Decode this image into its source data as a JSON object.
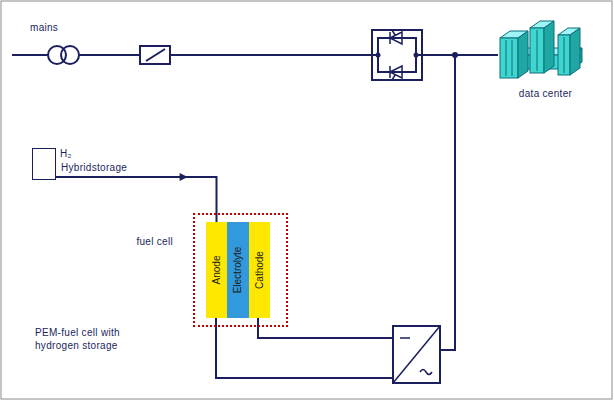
{
  "diagram": {
    "nodes": [
      {
        "text": [
          "data center"
        ]
      },
      {
        "text": [
          "H₂",
          "Hybridstorage"
        ]
      },
      {
        "text": [
          "fuel cell"
        ]
      },
      {
        "text": [
          "Anode"
        ],
        "in": 2
      },
      {
        "text": [
          "Electrolyte"
        ],
        "in": 2
      },
      {
        "text": [
          "Cathode"
        ],
        "in": 2
      }
    ],
    "edges": [
      {
        "from": 1,
        "to": 3,
        "arrow": "to"
      }
    ],
    "labels": [
      "mains",
      "PEM-fuel cell with hydrogen storage"
    ]
  }
}
